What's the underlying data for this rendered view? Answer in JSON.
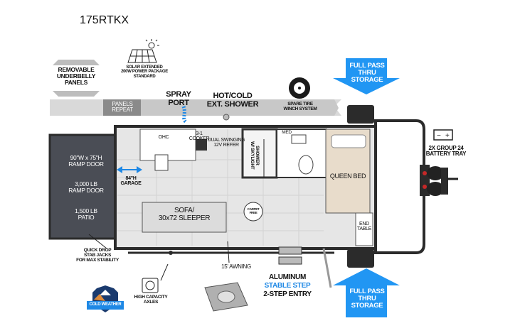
{
  "model": "175RTKX",
  "labels": {
    "removable_underbelly": "REMOVABLE\nUNDERBELLY\nPANELS",
    "solar": "SOLAR EXTENDED\n200W POWER PACKAGE\nSTANDARD",
    "full_pass_top": "FULL PASS\nTHRU\nSTORAGE",
    "full_pass_bottom": "FULL PASS\nTHRU\nSTORAGE",
    "panels_repeat": "PANELS\nREPEAT",
    "spray_port": "SPRAY\nPORT",
    "ext_shower": "HOT/COLD\nEXT. SHOWER",
    "spare_tire": "SPARE TIRE\nWINCH SYSTEM",
    "battery": "2X GROUP 24\nBATTERY TRAY",
    "ramp_door_size": "90\"W x 75\"H\nRAMP DOOR",
    "ramp_door_weight": "3,000 LB\nRAMP DOOR",
    "patio": "1,500 LB\nPATIO",
    "garage": "84\"H\nGARAGE",
    "ohc": "OHC",
    "cooker": "3-1\nCOOKER",
    "refer": "DUAL SWINGING\n12V REFER",
    "shower": "SHOWER\nW/ SKYLIGHT",
    "med": "MED",
    "queen_bed": "QUEEN BED",
    "end_table": "END\nTABLE",
    "sofa": "SOFA/\n30x72 SLEEPER",
    "carpet_free": "CARPET FREE",
    "awning": "15' AWNING",
    "aluminum": "ALUMINUM",
    "stable_step": "STABLE STEP",
    "entry": "2-STEP ENTRY",
    "stab_jacks": "QUICK DROP\nSTAB JACKS\nFOR MAX STABILITY",
    "axles": "HIGH CAPACITY\nAXLES",
    "cold_weather": "COLD WEATHER"
  },
  "colors": {
    "accent_blue": "#1e88e5",
    "wall": "#2b2b2b",
    "floor": "#e6e6e6",
    "garage": "#4a4d55",
    "bed": "#e8dccb",
    "sofa": "#dcdcdc",
    "strip": "#cfcfcf"
  }
}
